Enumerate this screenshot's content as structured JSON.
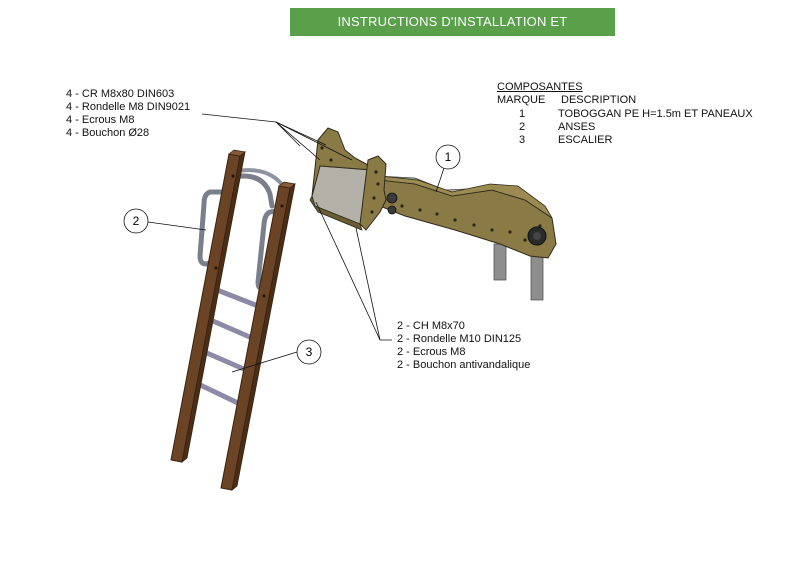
{
  "title": "INSTRUCTIONS D'INSTALLATION ET D'INSPECTION",
  "hardware_top": [
    "4 - CR M8x80 DIN603",
    "4 - Rondelle M8 DIN9021",
    "4 - Ecrous M8",
    "4 - Bouchon  Ø28"
  ],
  "hardware_bottom": [
    "2 - CH M8x70",
    "2 - Rondelle M10 DIN125",
    "2 - Ecrous M8",
    "2 - Bouchon antivandalique"
  ],
  "components": {
    "heading": "COMPOSANTES",
    "col_mark": "MARQUE",
    "col_desc": "DESCRIPTION",
    "rows": [
      {
        "mark": "1",
        "desc": "TOBOGGAN PE H=1.5m ET PANEAUX"
      },
      {
        "mark": "2",
        "desc": "ANSES"
      },
      {
        "mark": "3",
        "desc": "ESCALIER"
      }
    ]
  },
  "callouts": [
    "1",
    "2",
    "3"
  ],
  "colors": {
    "title_bg": "#5aa04a",
    "slide_olive": "#8a7a45",
    "slide_dark": "#5e5230",
    "wood": "#6b4426",
    "wood_dark": "#4a2d17",
    "steel": "#7a7f8c",
    "purple_rung": "#8c8aa6",
    "leg": "#8e8e8e"
  }
}
